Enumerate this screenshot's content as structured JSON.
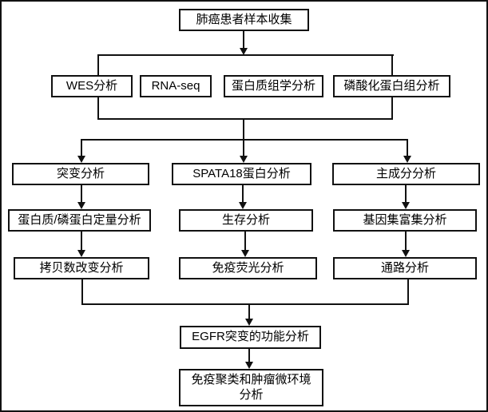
{
  "diagram": {
    "nodes": {
      "sample_collection": "肺癌患者样本收集",
      "wes": "WES分析",
      "rna_seq": "RNA-seq",
      "proteomics": "蛋白质组学分析",
      "phosphoproteomics": "磷酸化蛋白组分析",
      "mutation": "突变分析",
      "spata18": "SPATA18蛋白分析",
      "pca": "主成分分析",
      "protein_quant": "蛋白质/磷蛋白定量分析",
      "survival": "生存分析",
      "gsea": "基因集富集分析",
      "cna": "拷贝数改变分析",
      "immunofluorescence": "免疫荧光分析",
      "pathway": "通路分析",
      "egfr_function": "EGFR突变的功能分析",
      "immune_clustering": "免疫聚类和肿瘤微环境分析"
    },
    "colors": {
      "line": "#111111",
      "box_border": "#111111",
      "background": "#ffffff",
      "text": "#000000"
    }
  }
}
